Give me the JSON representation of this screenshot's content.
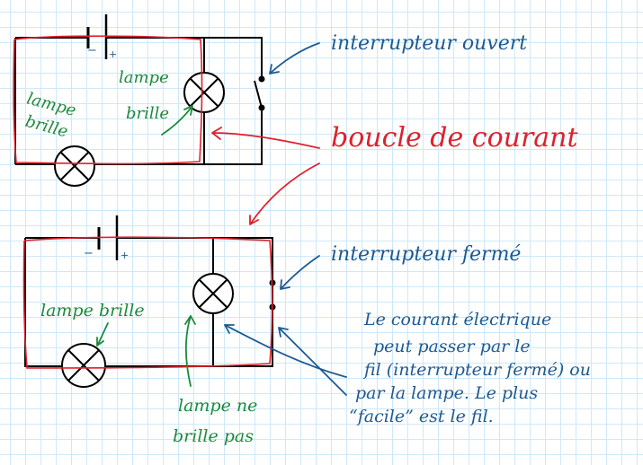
{
  "labels": {
    "switch_open": "interrupteur ouvert",
    "current_loop": "boucle de courant",
    "switch_closed": "interrupteur fermé",
    "lamp_on_1": [
      "lampe",
      "brille"
    ],
    "lamp_on_2": [
      "lampe",
      "brille"
    ],
    "lamp_on_3": "lampe brille",
    "lamp_off": [
      "lampe ne",
      "brille pas"
    ],
    "battery_minus": "−",
    "battery_plus": "+",
    "explanation": [
      "Le courant électrique",
      "peut passer par le",
      "fil (interrupteur fermé) ou",
      "par la lampe. Le plus",
      "“facile” est le fil."
    ]
  },
  "colors": {
    "ink": "#1d5a94",
    "loop": "#e0202a",
    "note": "#1c8a3c",
    "wire": "#000000"
  }
}
